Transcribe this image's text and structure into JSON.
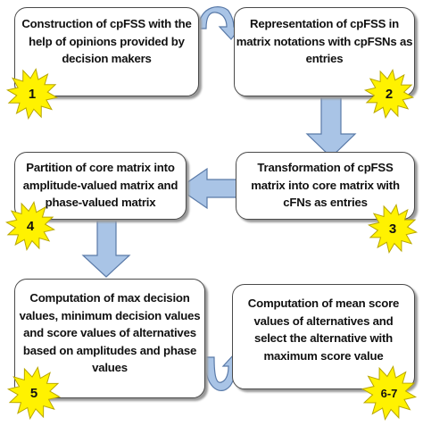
{
  "steps": [
    {
      "lines": [
        "Construction of cpFSS with the",
        "help of opinions provided by",
        "decision makers"
      ],
      "badge": "1"
    },
    {
      "lines": [
        "Representation of cpFSS in",
        "matrix notations with cpFSNs as",
        "entries"
      ],
      "badge": "2"
    },
    {
      "lines": [
        "Transformation of cpFSS",
        "matrix into core matrix with",
        "cFNs as entries"
      ],
      "badge": "3"
    },
    {
      "lines": [
        "Partition of core matrix into",
        "amplitude-valued matrix and",
        "phase-valued matrix"
      ],
      "badge": "4"
    },
    {
      "lines": [
        "Computation of max decision",
        "values, minimum decision values",
        "and score values of alternatives",
        "based on amplitudes and phase",
        "values"
      ],
      "badge": "5"
    },
    {
      "lines": [
        "Computation of mean score",
        "values of alternatives and",
        "select the alternative with",
        "maximum score value"
      ],
      "badge": "6-7"
    }
  ],
  "colors": {
    "arrow_fill": "#a9c4e6",
    "arrow_stroke": "#5a7aa8",
    "badge_fill": "#fff200",
    "badge_stroke": "#b8a600",
    "text": "#111111",
    "box_border": "#4a4a4a"
  }
}
